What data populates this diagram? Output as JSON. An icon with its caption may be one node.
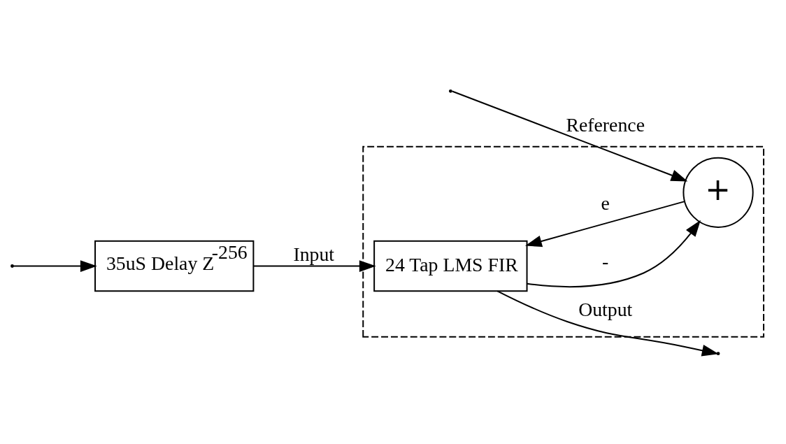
{
  "diagram": {
    "nodes": [
      {
        "text": [],
        "shape": "box"
      },
      {
        "text": [
          "35uS Delay Z$^{-256}$"
        ]
      },
      {
        "text": [
          "24 Tap LMS FIR"
        ],
        "in": 0
      },
      {
        "text": [
          "+"
        ],
        "in": 0
      }
    ],
    "edges": [
      {
        "from": null,
        "to": 3,
        "arrow": "to",
        "label": "Reference"
      },
      {
        "from": null,
        "to": 1,
        "arrow": "to"
      },
      {
        "from": 1,
        "to": 2,
        "arrow": "to",
        "label": "Input"
      },
      {
        "from": 2,
        "to": null,
        "arrow": "to",
        "label": "Output"
      },
      {
        "from": 2,
        "to": 3,
        "arrow": "to",
        "label": "-"
      },
      {
        "from": 3,
        "to": 2,
        "arrow": "to",
        "label": "e"
      }
    ]
  }
}
